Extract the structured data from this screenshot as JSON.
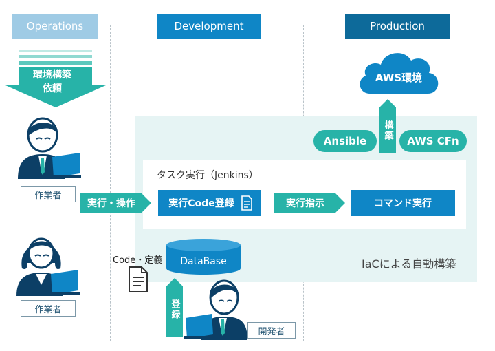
{
  "columns": {
    "operations": "Operations",
    "development": "Development",
    "production": "Production"
  },
  "request": {
    "line1": "環境構築",
    "line2": "依頼"
  },
  "worker_label_1": "作業者",
  "worker_label_2": "作業者",
  "developer_label": "開発者",
  "aws_env": "AWS環境",
  "build": "構築",
  "ansible": "Ansible",
  "aws_cfn": "AWS CFn",
  "task_title": "タスク実行（Jenkins）",
  "run_operate": "実行・操作",
  "exec_code_register": "実行Code登録",
  "exec_instruction": "実行指示",
  "command_exec": "コマンド実行",
  "code_def": "Code・定義",
  "database": "DataBase",
  "register": "登録",
  "iac": "IaCによる自動構築",
  "colors": {
    "operations_header": "#9fcbe5",
    "development_header": "#0f86c6",
    "production_header": "#0d6a9a",
    "teal": "#27b3a8",
    "panel": "#e6f4f4",
    "person": "#0c3f66"
  }
}
